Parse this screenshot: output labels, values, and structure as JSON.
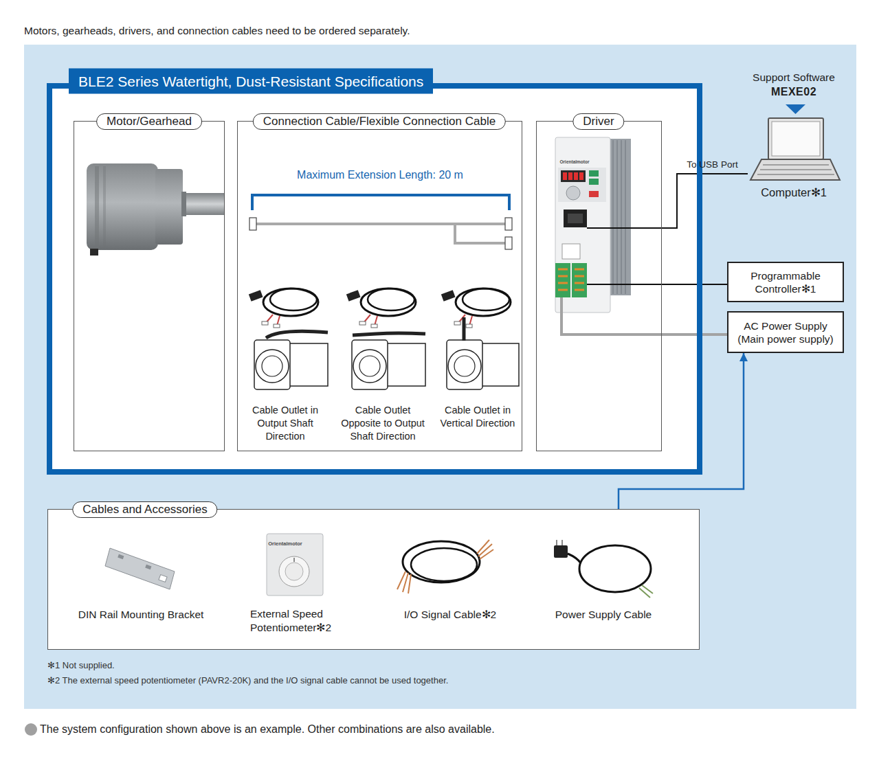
{
  "diagram": {
    "caption": "The system configuration shown above is an example. Other combinations are also available.",
    "nodes": [
      {
        "text": [
          "BLE2 Series Watertight, Dust-Resistant Specifications"
        ]
      },
      {
        "text": [
          "Motor/Gearhead"
        ],
        "in": 0
      },
      {
        "text": [
          "Connection Cable/Flexible Connection Cable",
          "Maximum Extension Length: 20 m",
          "Cable Outlet in Output Shaft Direction",
          "Cable Outlet Opposite to Output Shaft Direction",
          "Cable Outlet in Vertical Direction"
        ],
        "in": 0
      },
      {
        "text": [
          "Driver"
        ],
        "in": 0
      },
      {
        "text": [
          "Support Software",
          "MEXE02",
          "Computer✻1"
        ]
      },
      {
        "text": [
          "Programmable Controller✻1"
        ]
      },
      {
        "text": [
          "AC Power Supply (Main power supply)"
        ]
      },
      {
        "text": [
          "Cables and Accessories"
        ]
      }
    ],
    "edges": [
      {
        "from": 3,
        "to": 4,
        "label": "To USB Port",
        "arrow": "none"
      },
      {
        "from": 3,
        "to": 5,
        "arrow": "none"
      },
      {
        "from": 3,
        "to": 6,
        "arrow": "none"
      },
      {
        "from": 7,
        "to": 6,
        "arrow": "to"
      }
    ],
    "labels": [
      "Motors, gearheads, drivers, and connection cables need to be ordered separately.",
      "Orientalmotor",
      "DIN Rail Mounting Bracket",
      "Orientalmotor",
      "External Speed Potentiometer✻2",
      "I/O Signal Cable✻2",
      "Power Supply Cable",
      "✻1 Not supplied.",
      "✻2 The external speed potentiometer (PAVR2-20K) and the I/O signal cable cannot be used together."
    ]
  }
}
